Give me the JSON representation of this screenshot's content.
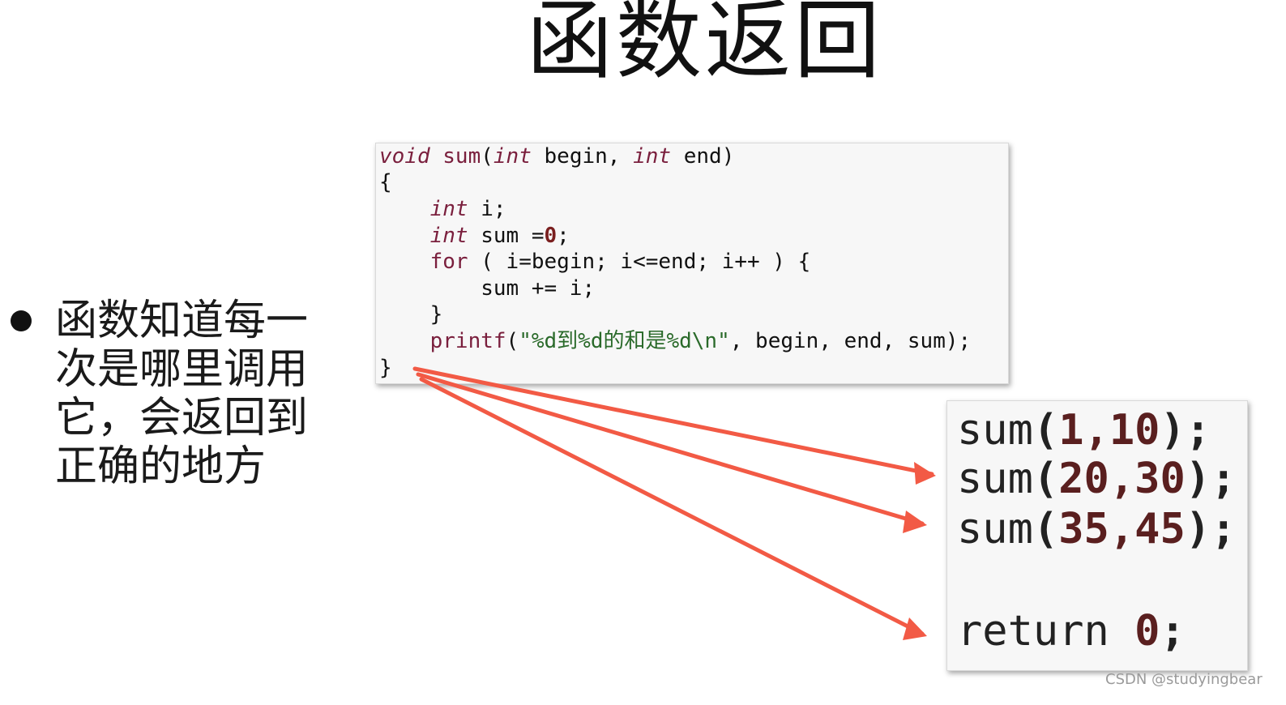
{
  "slide": {
    "title": "函数返回",
    "bullet": "函数知道每一次是哪里调用它，会返回到正确的地方",
    "watermark": "CSDN @studyingbear"
  },
  "code": {
    "line1": {
      "t1": "void",
      "t2": " ",
      "t3": "sum",
      "t4": "(",
      "t5": "int",
      "t6": " begin, ",
      "t7": "int",
      "t8": " end)"
    },
    "line2": "{",
    "line3": {
      "indent": "    ",
      "kw": "int",
      "rest": " i;"
    },
    "line4": {
      "indent": "    ",
      "kw": "int",
      "rest": " sum =",
      "num": "0",
      "end": ";"
    },
    "line5": {
      "indent": "    ",
      "kw": "for",
      "rest": " ( i=begin; i<=end; i++ ) {"
    },
    "line6": "        sum += i;",
    "line7": "    }",
    "line8": {
      "indent": "    ",
      "fn": "printf",
      "open": "(",
      "str": "\"%d到%d的和是%d\\n\"",
      "rest": ", begin, end, sum);"
    },
    "line9": "}"
  },
  "calls": [
    {
      "fn": "sum",
      "open": "(",
      "args": "1,10",
      "close": ");"
    },
    {
      "fn": "sum",
      "open": "(",
      "args": "20,30",
      "close": ");"
    },
    {
      "fn": "sum",
      "open": "(",
      "args": "35,45",
      "close": ");"
    },
    {
      "fn": "return",
      "space": " ",
      "args": "0",
      "close": ";"
    }
  ],
  "colors": {
    "arrow": "#f25a45",
    "keyword": "#7a1f3d",
    "string": "#2a6a2a"
  }
}
